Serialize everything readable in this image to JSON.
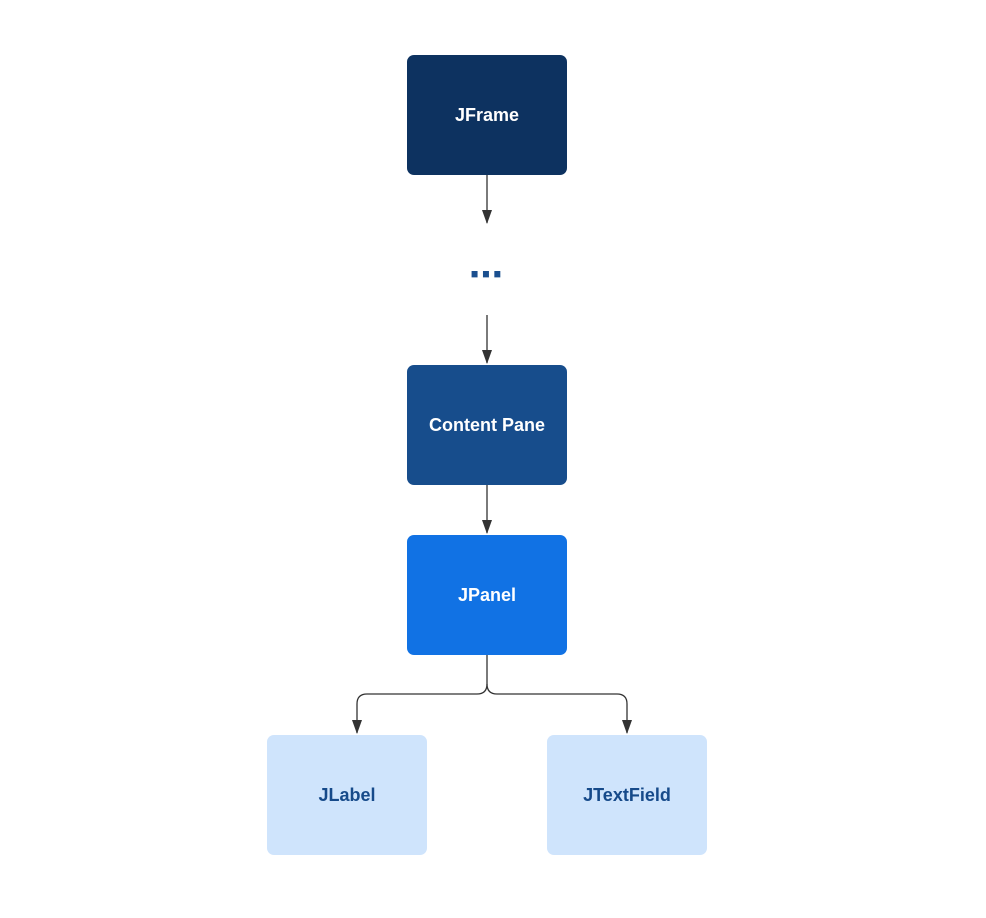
{
  "colors": {
    "connector": "#333333",
    "ellipsis": "#1a4f8f",
    "white_text": "#ffffff",
    "dark_text": "#164a8a"
  },
  "nodes": {
    "jframe": {
      "label": "JFrame",
      "fill": "#0d3260",
      "text_color": "#ffffff"
    },
    "content_pane": {
      "label": "Content Pane",
      "fill": "#174d8c",
      "text_color": "#ffffff"
    },
    "jpanel": {
      "label": "JPanel",
      "fill": "#1172e4",
      "text_color": "#ffffff"
    },
    "jlabel": {
      "label": "JLabel",
      "fill": "#cfe4fc",
      "text_color": "#164a8a"
    },
    "jtextfield": {
      "label": "JTextField",
      "fill": "#cfe4fc",
      "text_color": "#164a8a"
    }
  },
  "ellipsis": {
    "text": "⋯"
  }
}
